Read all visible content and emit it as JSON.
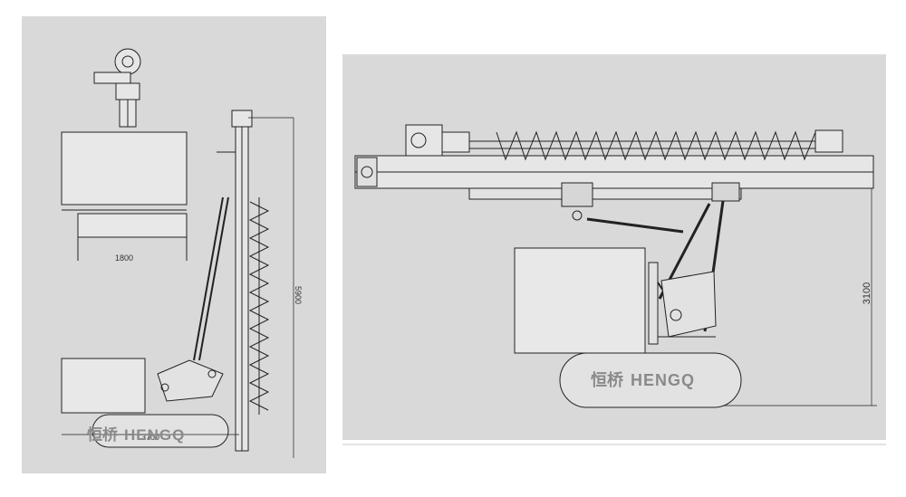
{
  "left_view": {
    "width_dim": "1800",
    "height_dim": "5900",
    "length_dim": "3700"
  },
  "right_view": {
    "height_dim": "3100"
  },
  "watermark": {
    "cn": "恒桥",
    "en": "HENGQ"
  },
  "colors": {
    "panel": "#d9d9d9",
    "line": "#222222",
    "watermark": "#8a8a8a"
  }
}
